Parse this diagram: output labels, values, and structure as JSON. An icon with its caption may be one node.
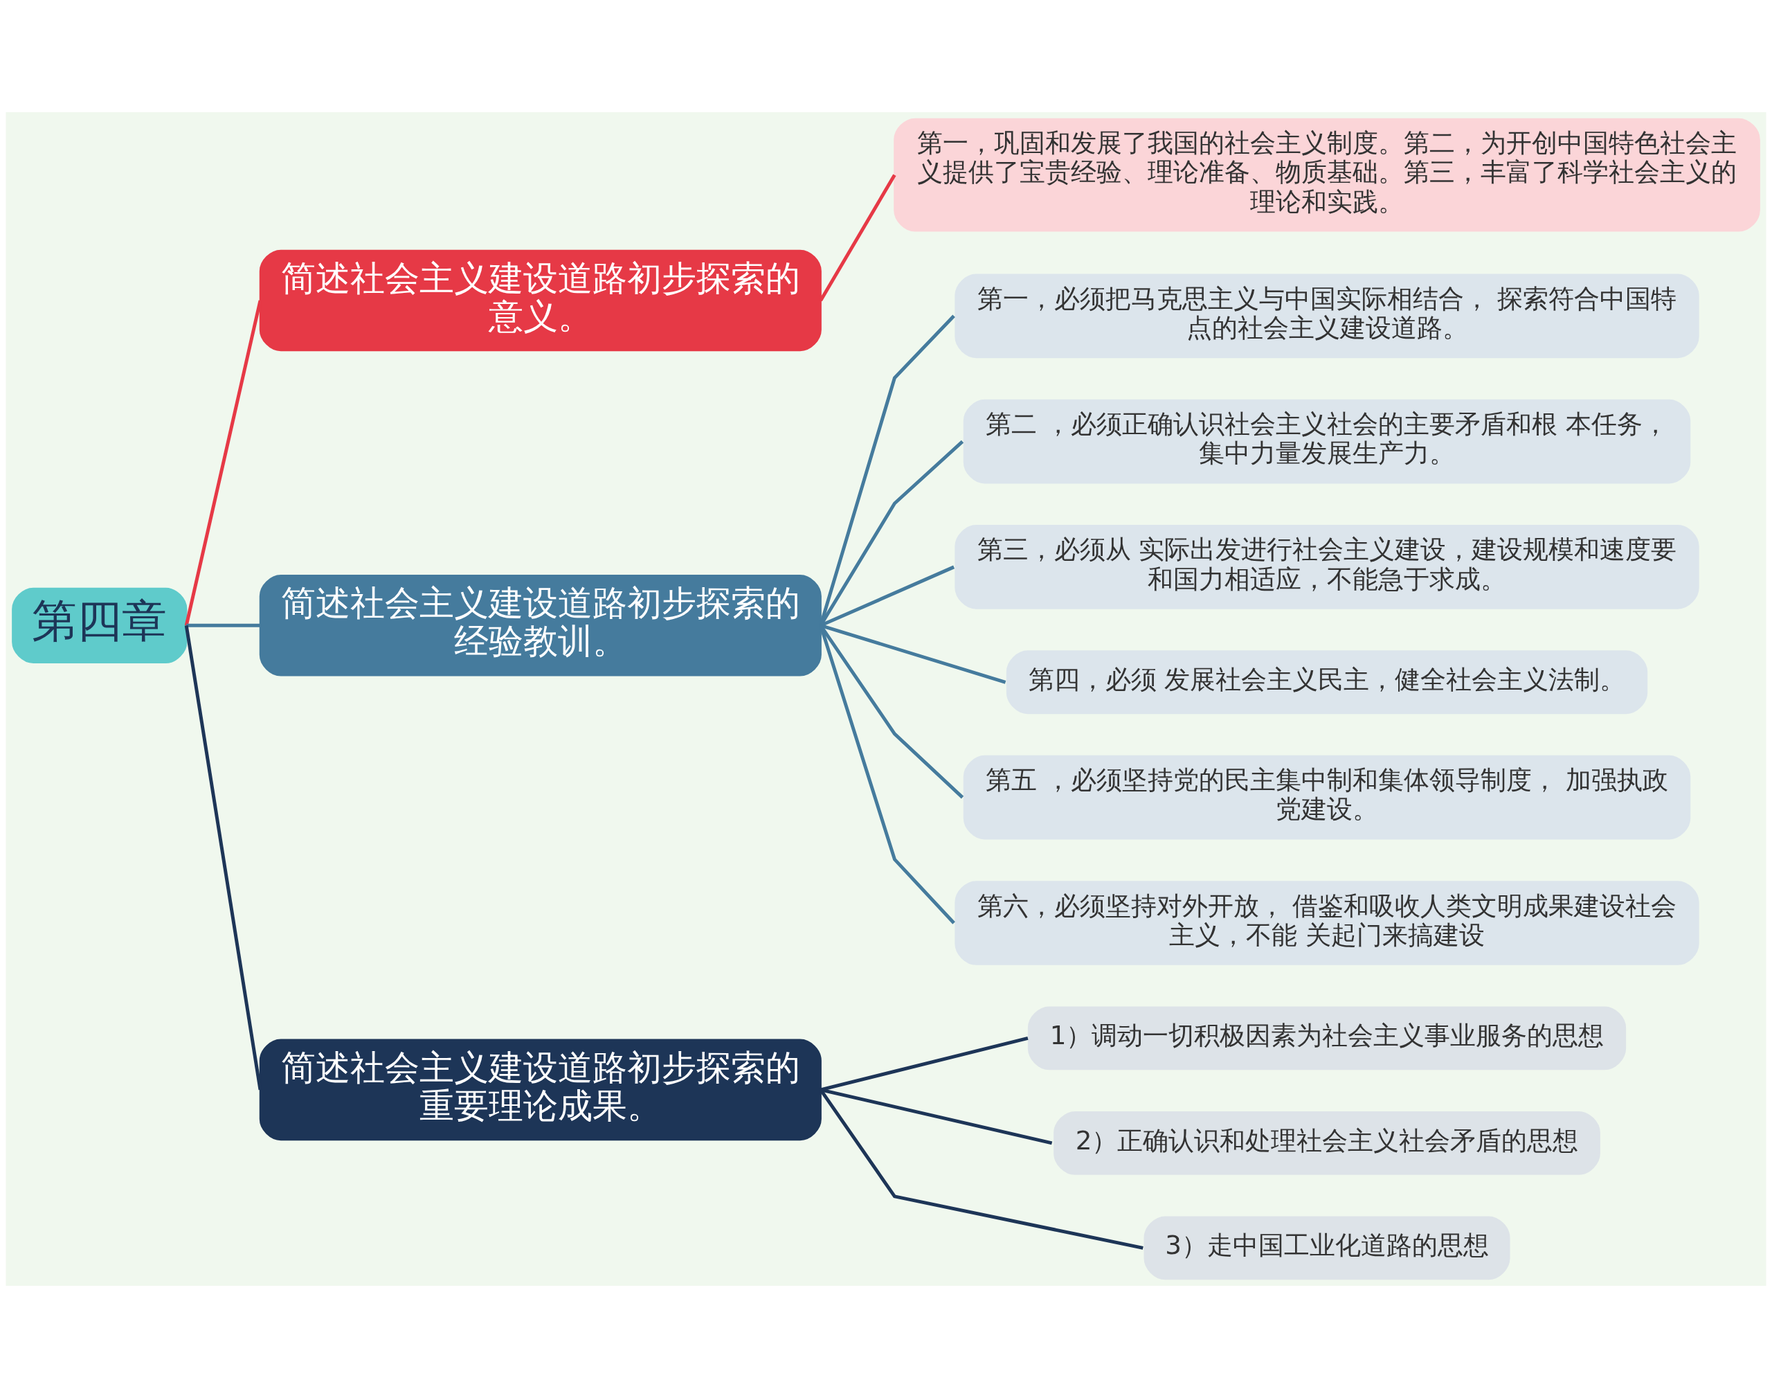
{
  "diagram": {
    "nodes": [
      {
        "text": [
          "第四章"
        ]
      },
      {
        "text": [
          "简述社会主义建设道路初步探索的意义。"
        ]
      },
      {
        "text": [
          "第一，巩固和发展了我国的社会主义制度。第二，为开创中国特色社会主义提供了宝贵经验、理论准备、物质基础。第三，丰富了科学社会主义的理论和实践。"
        ]
      },
      {
        "text": [
          "简述社会主义建设道路初步探索的经验教训。"
        ]
      },
      {
        "text": [
          "第一，必须把马克思主义与中国实际相结合， 探索符合中国特点的社会主义建设道路。"
        ]
      },
      {
        "text": [
          "第二 ，必须正确认识社会主义社会的主要矛盾和根 本任务，集中力量发展生产力。"
        ]
      },
      {
        "text": [
          "第三，必须从 实际出发进行社会主义建设，建设规模和速度要和国力相适应，不能急于求成。"
        ]
      },
      {
        "text": [
          "第四，必须 发展社会主义民主，健全社会主义法制。"
        ]
      },
      {
        "text": [
          "第五 ，必须坚持党的民主集中制和集体领导制度， 加强执政党建设。"
        ]
      },
      {
        "text": [
          "第六，必须坚持对外开放， 借鉴和吸收人类文明成果建设社会主义，不能 关起门来搞建设"
        ]
      },
      {
        "text": [
          "简述社会主义建设道路初步探索的重要理论成果。"
        ]
      },
      {
        "text": [
          "1）调动一切积极因素为社会主义事业服务的思想"
        ]
      },
      {
        "text": [
          "2）正确认识和处理社会主义社会矛盾的思想"
        ]
      },
      {
        "text": [
          "3）走中国工业化道路的思想"
        ]
      }
    ],
    "edges": [
      {
        "from": 0,
        "to": 1,
        "arrow": "none",
        "color": "#e63946"
      },
      {
        "from": 1,
        "to": 2,
        "arrow": "none",
        "color": "#e63946"
      },
      {
        "from": 0,
        "to": 3,
        "arrow": "none",
        "color": "#457b9d"
      },
      {
        "from": 3,
        "to": 4,
        "arrow": "none",
        "color": "#457b9d"
      },
      {
        "from": 3,
        "to": 5,
        "arrow": "none",
        "color": "#457b9d"
      },
      {
        "from": 3,
        "to": 6,
        "arrow": "none",
        "color": "#457b9d"
      },
      {
        "from": 3,
        "to": 7,
        "arrow": "none",
        "color": "#457b9d"
      },
      {
        "from": 3,
        "to": 8,
        "arrow": "none",
        "color": "#457b9d"
      },
      {
        "from": 3,
        "to": 9,
        "arrow": "none",
        "color": "#457b9d"
      },
      {
        "from": 0,
        "to": 10,
        "arrow": "none",
        "color": "#1d3557"
      },
      {
        "from": 10,
        "to": 11,
        "arrow": "none",
        "color": "#1d3557"
      },
      {
        "from": 10,
        "to": 12,
        "arrow": "none",
        "color": "#1d3557"
      },
      {
        "from": 10,
        "to": 13,
        "arrow": "none",
        "color": "#1d3557"
      }
    ]
  }
}
